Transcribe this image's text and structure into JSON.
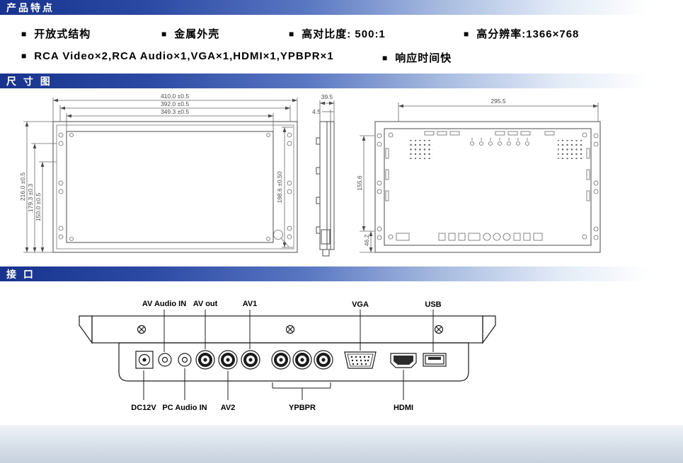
{
  "glyphs": {
    "bullet": "■"
  },
  "header": {
    "features_title": "产品特点",
    "dimensions_title": "尺 寸 图",
    "ports_title": "接 口"
  },
  "features": {
    "row1": [
      "开放式结构",
      "金属外壳",
      "高对比度: 500:1",
      "高分辨率:1366×768"
    ],
    "row2": [
      "RCA Video×2,RCA Audio×1,VGA×1,HDMI×1,YPBPR×1",
      "响应时间快"
    ]
  },
  "dimensions": {
    "front_view": {
      "width_outer": "410.0 ±0.5",
      "width_mid": "392.0 ±0.5",
      "width_screen": "349.3 ±0.5",
      "height_outer": "216.0 ±0.5",
      "height_mid": "179.3 ±0.3",
      "height_inner": "150.0 ±0.5",
      "height_screen": "198.6 ±0.50"
    },
    "side_view": {
      "depth": "39.5",
      "bezel": "4.5"
    },
    "rear_view": {
      "width": "295.5",
      "height": "155.6",
      "bottom_height": "46.2"
    }
  },
  "ports": {
    "top_labels": [
      "AV Audio IN",
      "AV out",
      "AV1",
      "VGA",
      "USB"
    ],
    "bottom_labels": [
      "DC12V",
      "PC Audio IN",
      "AV2",
      "YPBPR",
      "HDMI"
    ]
  }
}
